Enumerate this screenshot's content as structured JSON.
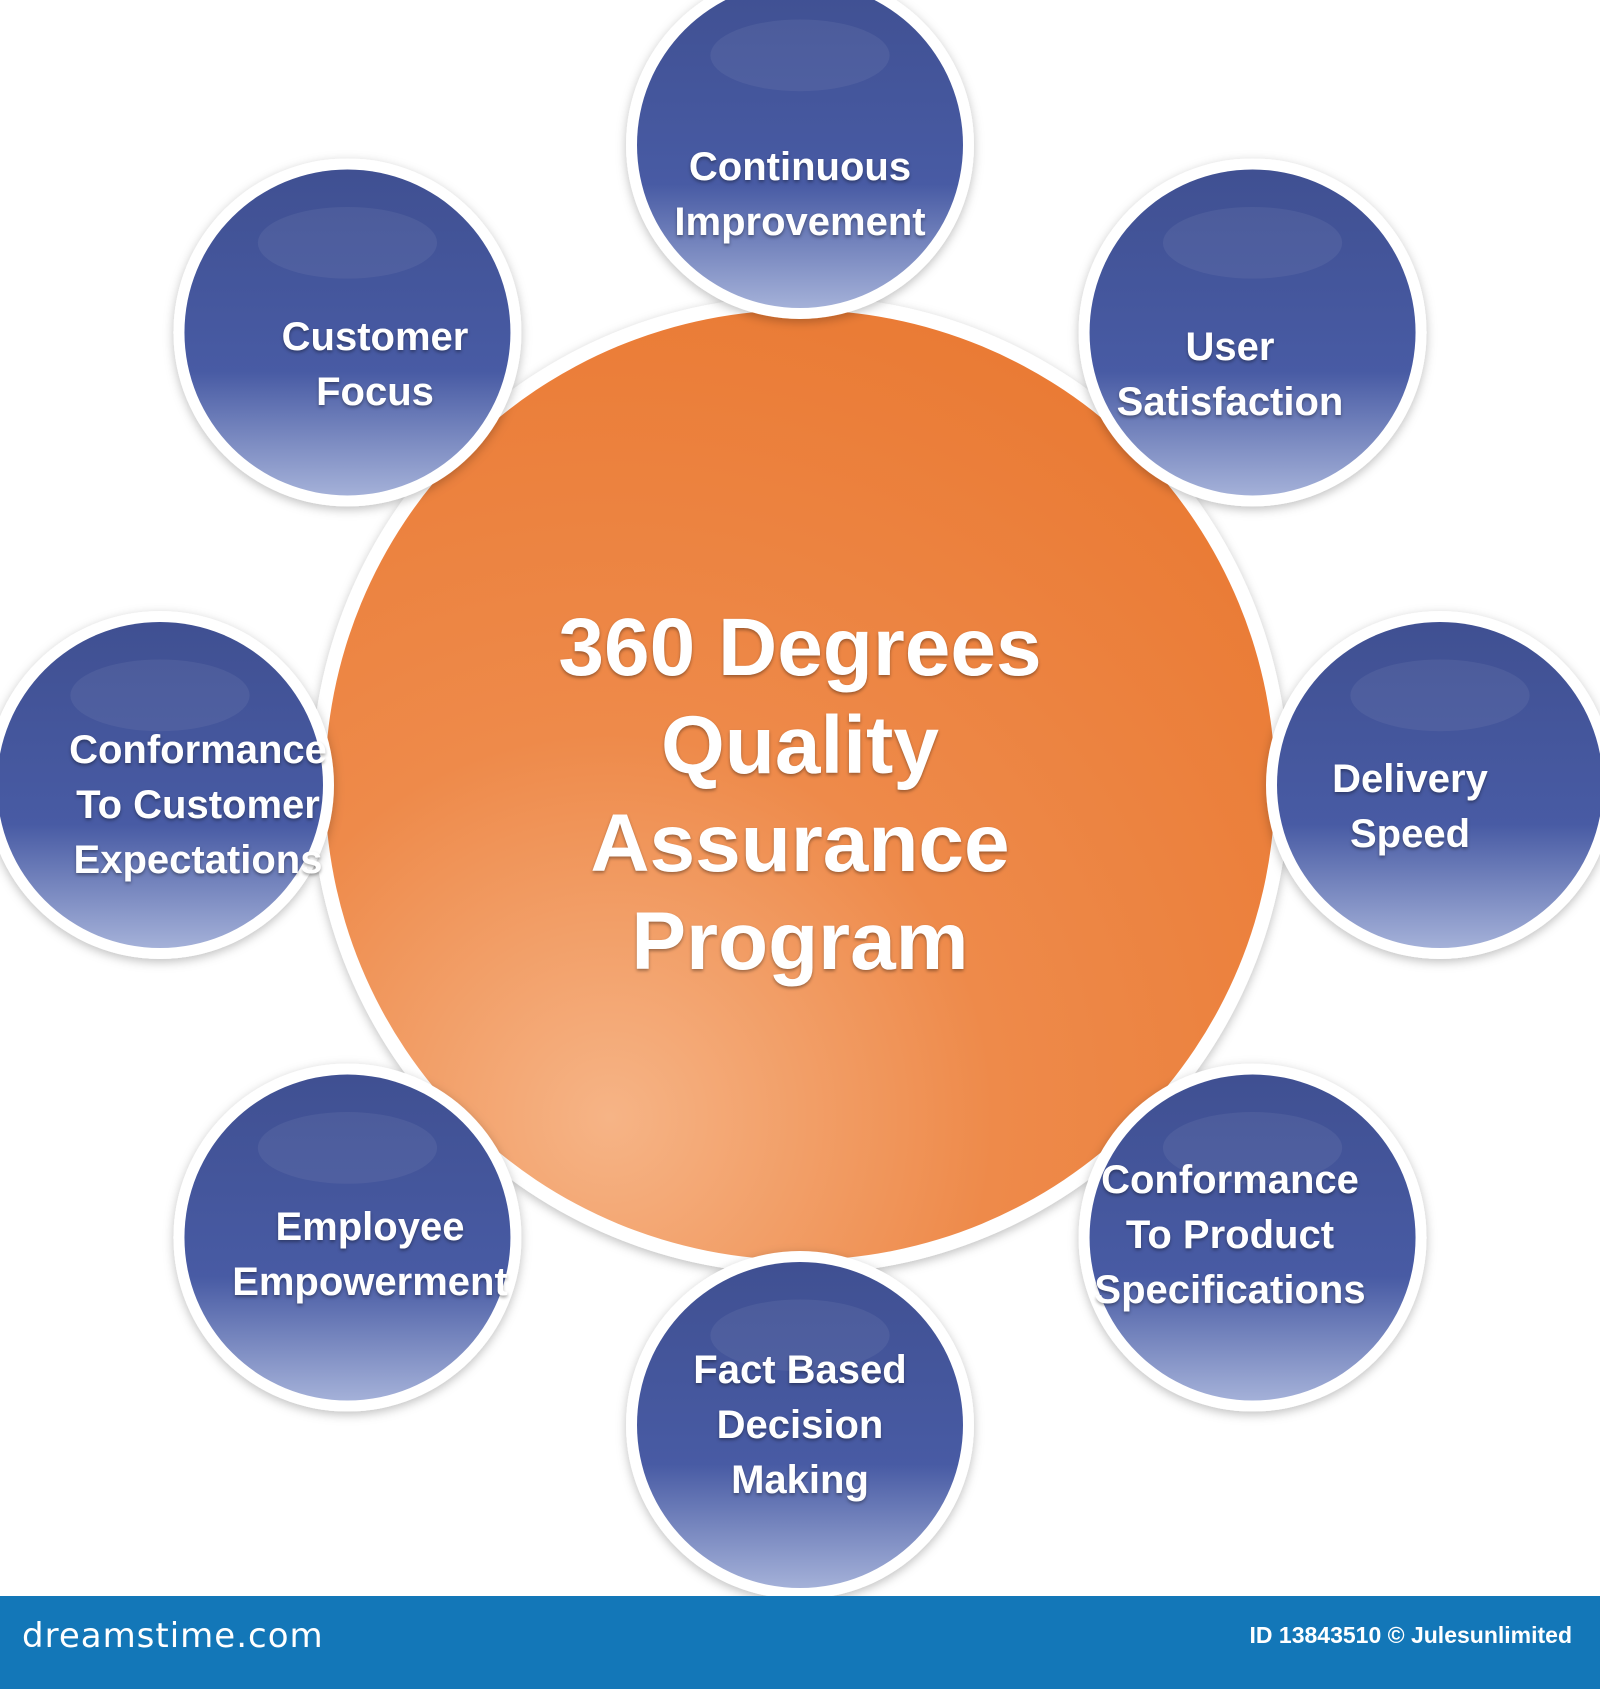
{
  "diagram": {
    "center_label": "360 Degrees\nQuality\nAssurance\nProgram",
    "nodes": [
      {
        "id": "continuous-improvement",
        "label": "Continuous\nImprovement"
      },
      {
        "id": "user-satisfaction",
        "label": "User\nSatisfaction"
      },
      {
        "id": "delivery-speed",
        "label": "Delivery\nSpeed"
      },
      {
        "id": "conformance-product",
        "label": "Conformance\nTo Product\nSpecifications"
      },
      {
        "id": "fact-based",
        "label": "Fact Based\nDecision\nMaking"
      },
      {
        "id": "employee-empowerment",
        "label": "Employee\nEmpowerment"
      },
      {
        "id": "conformance-customer",
        "label": "Conformance\nTo Customer\nExpectations"
      },
      {
        "id": "customer-focus",
        "label": "Customer\nFocus"
      }
    ],
    "colors": {
      "center_fill": "#ea7b35",
      "node_fill": "#2e4088",
      "ring": "#ffffff"
    }
  },
  "footer": {
    "site": "dreamstime.com",
    "credit": "ID 13843510 © Julesunlimited"
  }
}
